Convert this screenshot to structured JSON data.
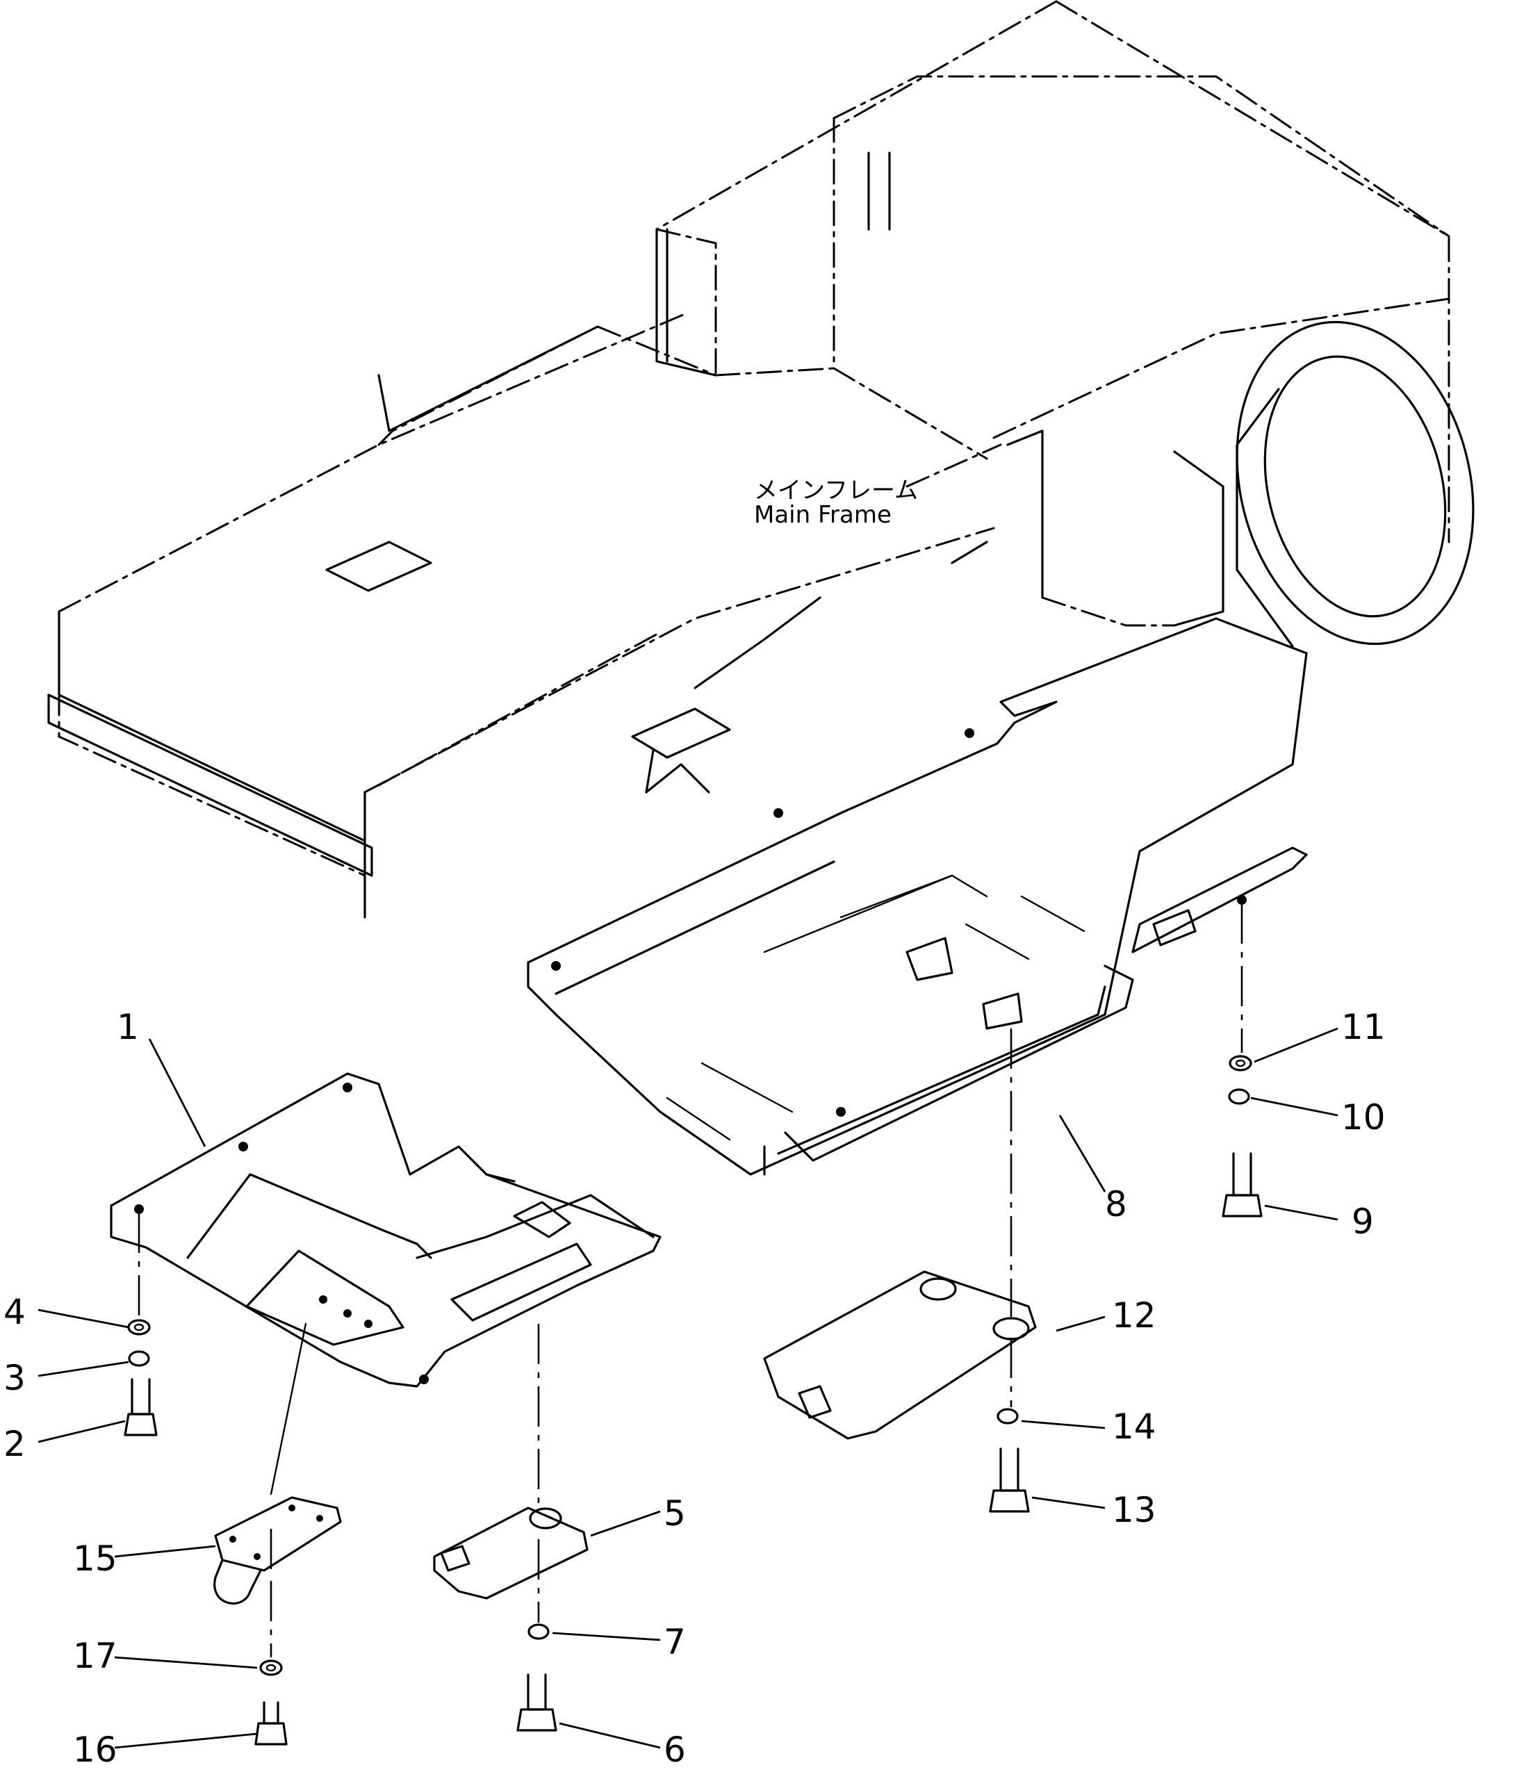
{
  "frame_label": {
    "japanese": "メインフレーム",
    "english": "Main Frame"
  },
  "callouts": {
    "c1": "1",
    "c2": "2",
    "c3": "3",
    "c4": "4",
    "c5": "5",
    "c6": "6",
    "c7": "7",
    "c8": "8",
    "c9": "9",
    "c10": "10",
    "c11": "11",
    "c12": "12",
    "c13": "13",
    "c14": "14",
    "c15": "15",
    "c16": "16",
    "c17": "17"
  }
}
